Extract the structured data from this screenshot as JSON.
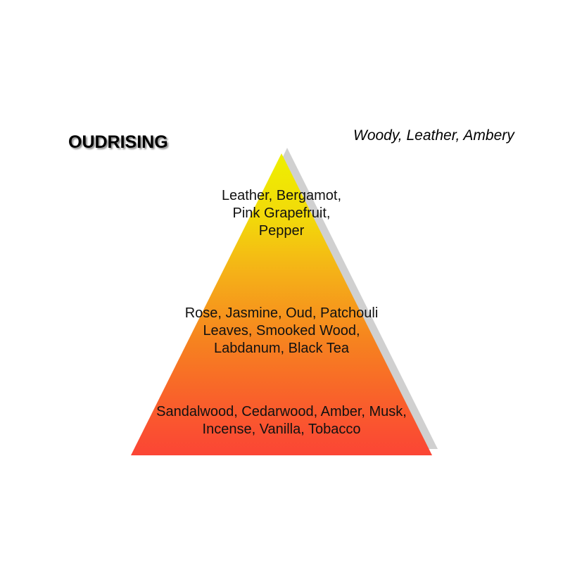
{
  "header": {
    "title": "OUDRISING",
    "accords": "Woody, Leather, Ambery"
  },
  "pyramid": {
    "colors": {
      "apex": "#eef000",
      "upper": "#f5b515",
      "middle": "#f6831f",
      "base": "#fb4535",
      "shadow": "#d0d0d0"
    },
    "tiers": [
      {
        "name": "top-notes",
        "lines": [
          "Leather, Bergamot,",
          "Pink Grapefruit,",
          "Pepper"
        ]
      },
      {
        "name": "heart-notes",
        "lines": [
          "Rose, Jasmine, Oud, Patchouli",
          "Leaves, Smooked Wood,",
          "Labdanum, Black Tea"
        ]
      },
      {
        "name": "base-notes",
        "lines": [
          "Sandalwood, Cedarwood, Amber, Musk,",
          "Incense, Vanilla, Tobacco"
        ]
      }
    ]
  }
}
